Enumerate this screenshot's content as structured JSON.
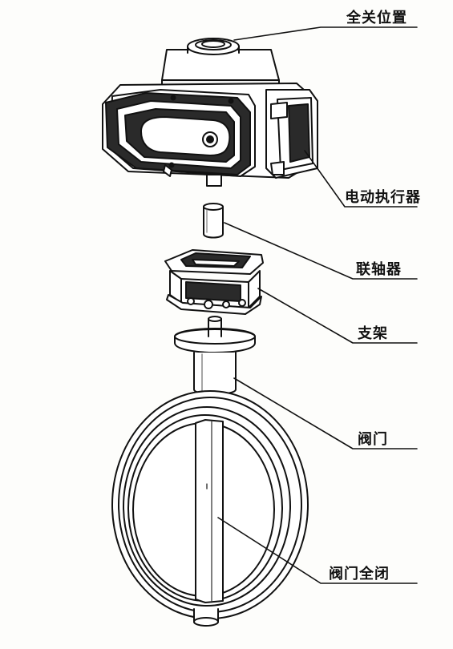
{
  "labels": {
    "full_closed_position": "全关位置",
    "electric_actuator": "电动执行器",
    "coupling": "联轴器",
    "bracket": "支架",
    "valve": "阀门",
    "valve_fully_closed": "阀门全闭"
  },
  "colors": {
    "ink": "#111111",
    "paper": "#fdfdfb",
    "shade": "#2a2a2a",
    "light_shade": "#d8d8d8"
  }
}
